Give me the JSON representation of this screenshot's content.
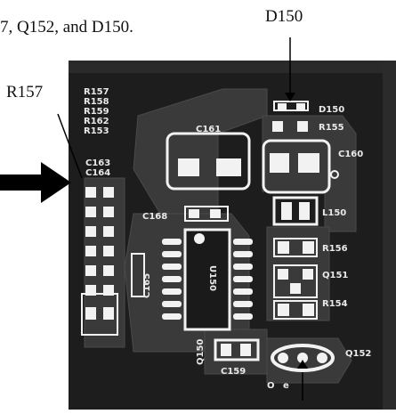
{
  "caption": "7, Q152, and D150.",
  "callouts": {
    "r157": "R157",
    "d150": "D150"
  },
  "board_labels": {
    "r157": "R157",
    "r158": "R158",
    "r159": "R159",
    "r162": "R162",
    "r153": "R153",
    "c163": "C163",
    "c164": "C164",
    "c161": "C161",
    "c168": "C168",
    "d150": "D150",
    "r155": "R155",
    "c160": "C160",
    "l150": "L150",
    "r156": "R156",
    "q151": "Q151",
    "r154": "R154",
    "u150": "U150",
    "c165": "C165",
    "q150": "Q150",
    "c159": "C159",
    "q152": "Q152"
  },
  "colors": {
    "board": "#1d1d1d",
    "trace": "#3c3c3c",
    "pad": "#f2f2f2",
    "silk": "#e9e9e9"
  }
}
